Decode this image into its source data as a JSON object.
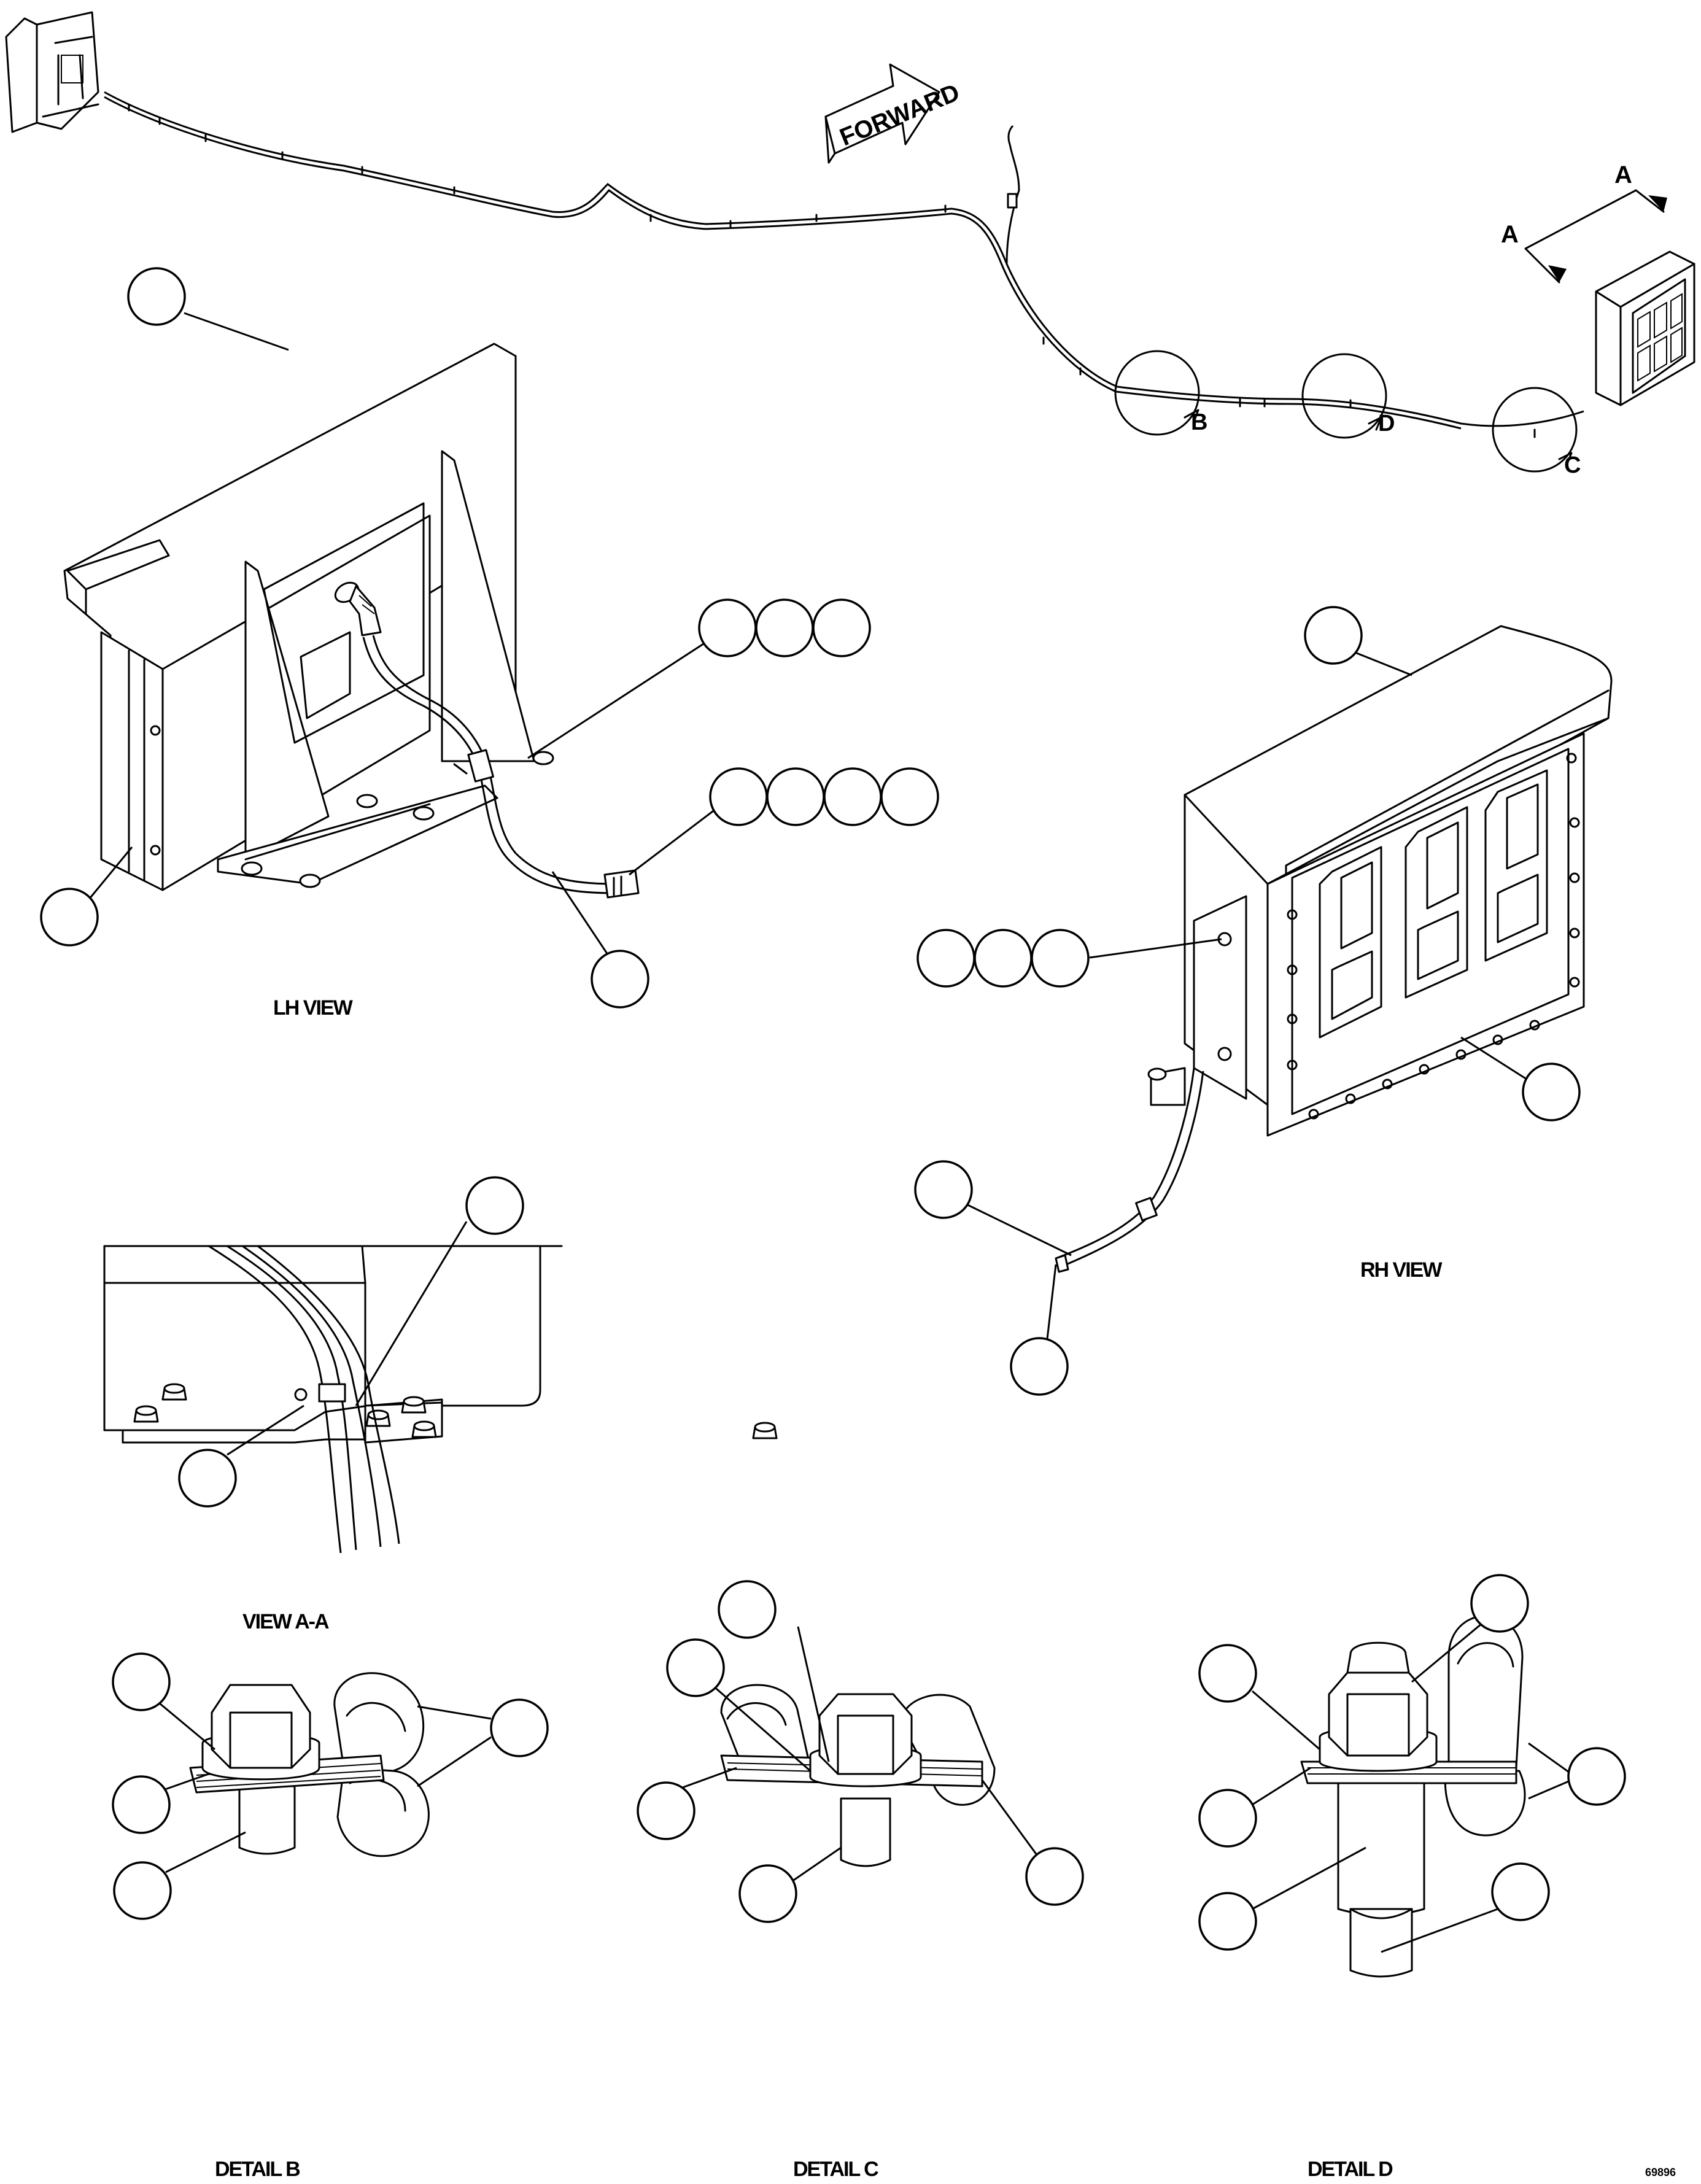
{
  "arrow_label": "FORWARD",
  "section_markers": {
    "a_left": "A",
    "a_right": "A",
    "detail_b": "B",
    "detail_c": "C",
    "detail_d": "D"
  },
  "captions": {
    "lh_view": "LH VIEW",
    "rh_view": "RH VIEW",
    "view_aa": "VIEW A-A",
    "detail_b": "DETAIL B",
    "detail_c": "DETAIL C",
    "detail_d": "DETAIL D"
  },
  "figure_id": "69896",
  "display_digits": "888"
}
